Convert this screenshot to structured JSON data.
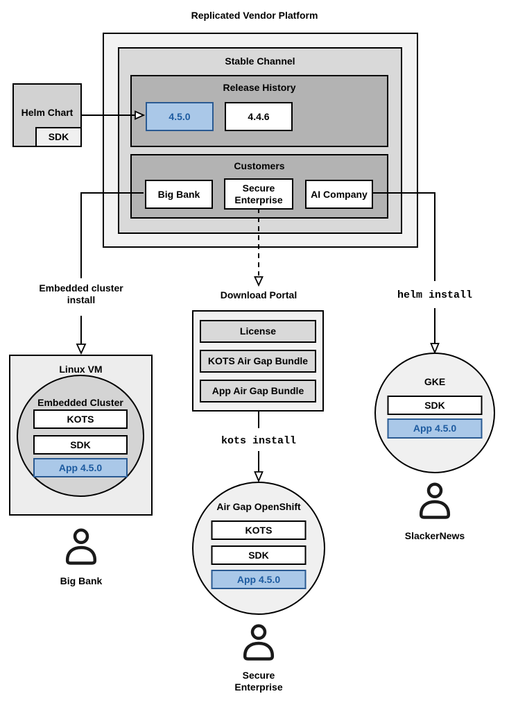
{
  "title": "Replicated Vendor Platform",
  "colors": {
    "highlight_fill": "#aac8e8",
    "highlight_border": "#2a5a92",
    "highlight_text": "#1d5ba0",
    "outline": "#000000",
    "platform_fill": "#f2f2f2",
    "channel_fill": "#d9d9d9",
    "group_fill": "#b3b3b3"
  },
  "platform": {
    "stable_channel": {
      "label": "Stable Channel",
      "release_history": {
        "label": "Release History",
        "releases": [
          {
            "label": "4.5.0",
            "highlighted": true
          },
          {
            "label": "4.4.6",
            "highlighted": false
          }
        ]
      },
      "customers": {
        "label": "Customers",
        "items": [
          {
            "label": "Big Bank"
          },
          {
            "label": "Secure Enterprise"
          },
          {
            "label": "AI Company"
          }
        ]
      }
    }
  },
  "helm_chart": {
    "label": "Helm Chart",
    "sdk": "SDK"
  },
  "left_flow": {
    "arrow_label": "Embedded cluster install",
    "vm": {
      "label": "Linux VM",
      "cluster": {
        "label": "Embedded Cluster",
        "components": [
          {
            "label": "KOTS",
            "highlighted": false
          },
          {
            "label": "SDK",
            "highlighted": false
          },
          {
            "label": "App 4.5.0",
            "highlighted": true
          }
        ]
      }
    },
    "persona": "Big Bank",
    "persona_icon": "person-icon"
  },
  "middle_flow": {
    "portal": {
      "label": "Download Portal",
      "items": [
        {
          "label": "License"
        },
        {
          "label": "KOTS Air Gap Bundle"
        },
        {
          "label": "App Air Gap Bundle"
        }
      ]
    },
    "command": "kots install",
    "cluster": {
      "label": "Air Gap OpenShift",
      "components": [
        {
          "label": "KOTS",
          "highlighted": false
        },
        {
          "label": "SDK",
          "highlighted": false
        },
        {
          "label": "App 4.5.0",
          "highlighted": true
        }
      ]
    },
    "persona": "Secure Enterprise",
    "persona_icon": "person-icon"
  },
  "right_flow": {
    "command": "helm install",
    "cluster": {
      "label": "GKE",
      "components": [
        {
          "label": "SDK",
          "highlighted": false
        },
        {
          "label": "App 4.5.0",
          "highlighted": true
        }
      ]
    },
    "persona": "SlackerNews",
    "persona_icon": "person-icon"
  }
}
